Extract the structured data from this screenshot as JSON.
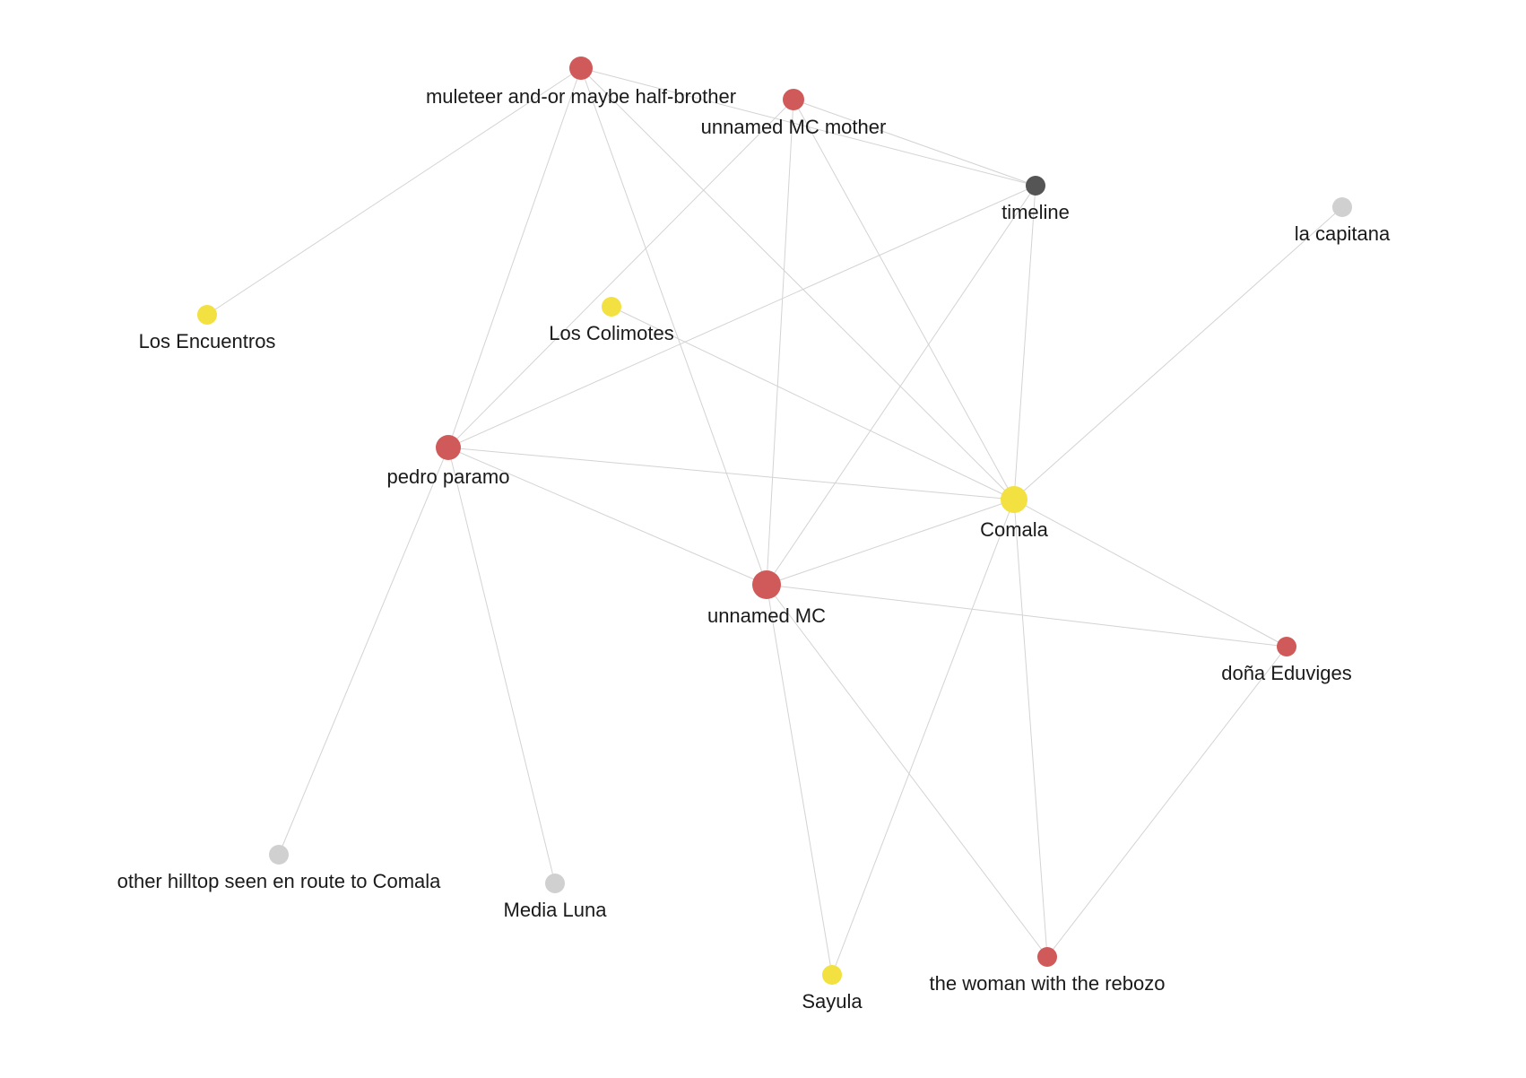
{
  "colors": {
    "person": "#d05a5a",
    "place": "#f2e140",
    "meta": "#555555",
    "other": "#d0d0d0",
    "edge": "#d3d3d3",
    "label": "#1a1a1a"
  },
  "nodes": [
    {
      "id": "muleteer",
      "label": "muleteer and-or maybe half-brother",
      "group": "person"
    },
    {
      "id": "mc_mother",
      "label": "unnamed MC mother",
      "group": "person"
    },
    {
      "id": "timeline",
      "label": "timeline",
      "group": "meta"
    },
    {
      "id": "capitana",
      "label": "la capitana",
      "group": "other"
    },
    {
      "id": "encuentros",
      "label": "Los Encuentros",
      "group": "place"
    },
    {
      "id": "colimotes",
      "label": "Los Colimotes",
      "group": "place"
    },
    {
      "id": "pedro",
      "label": "pedro paramo",
      "group": "person"
    },
    {
      "id": "comala",
      "label": "Comala",
      "group": "place"
    },
    {
      "id": "mc",
      "label": "unnamed MC",
      "group": "person"
    },
    {
      "id": "eduviges",
      "label": "doña Eduviges",
      "group": "person"
    },
    {
      "id": "hilltop",
      "label": "other hilltop seen en route to Comala",
      "group": "other"
    },
    {
      "id": "medialuna",
      "label": "Media Luna",
      "group": "other"
    },
    {
      "id": "sayula",
      "label": "Sayula",
      "group": "place"
    },
    {
      "id": "rebozo",
      "label": "the woman with the rebozo",
      "group": "person"
    }
  ],
  "edges": [
    [
      "muleteer",
      "encuentros"
    ],
    [
      "muleteer",
      "pedro"
    ],
    [
      "muleteer",
      "mc"
    ],
    [
      "muleteer",
      "comala"
    ],
    [
      "muleteer",
      "timeline"
    ],
    [
      "mc_mother",
      "timeline"
    ],
    [
      "mc_mother",
      "pedro"
    ],
    [
      "mc_mother",
      "mc"
    ],
    [
      "mc_mother",
      "comala"
    ],
    [
      "timeline",
      "pedro"
    ],
    [
      "timeline",
      "mc"
    ],
    [
      "timeline",
      "comala"
    ],
    [
      "capitana",
      "comala"
    ],
    [
      "colimotes",
      "comala"
    ],
    [
      "pedro",
      "comala"
    ],
    [
      "pedro",
      "mc"
    ],
    [
      "pedro",
      "hilltop"
    ],
    [
      "pedro",
      "medialuna"
    ],
    [
      "mc",
      "comala"
    ],
    [
      "mc",
      "eduviges"
    ],
    [
      "mc",
      "sayula"
    ],
    [
      "mc",
      "rebozo"
    ],
    [
      "comala",
      "eduviges"
    ],
    [
      "comala",
      "sayula"
    ],
    [
      "comala",
      "rebozo"
    ],
    [
      "eduviges",
      "rebozo"
    ]
  ]
}
